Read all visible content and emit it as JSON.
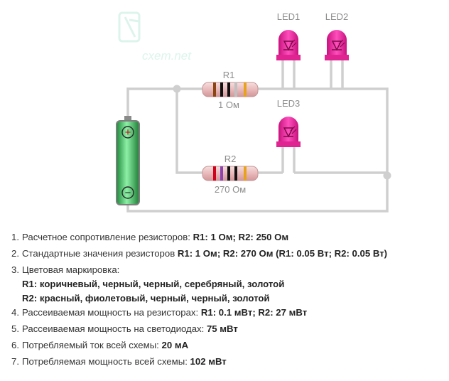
{
  "watermark": "cxem.net",
  "circuit": {
    "r1": {
      "name": "R1",
      "value": "1 Ом"
    },
    "r2": {
      "name": "R2",
      "value": "270 Ом"
    },
    "leds": [
      "LED1",
      "LED2",
      "LED3"
    ],
    "battery": {
      "plus": "+",
      "minus": "−"
    }
  },
  "results": [
    {
      "num": "1.",
      "text": "Расчетное сопротивление резисторов: ",
      "value": "R1: 1 Ом; R2: 250 Ом"
    },
    {
      "num": "2.",
      "text": "Стандартные значения резисторов ",
      "value": "R1: 1 Ом; R2: 270 Ом (R1: 0.05 Вт; R2: 0.05 Вт)"
    },
    {
      "num": "3.",
      "text": "Цветовая маркировка:",
      "sub1_name": "R1",
      "sub1_text": ": коричневый, черный, черный, серебряный, золотой",
      "sub2_name": "R2",
      "sub2_text": ": красный, фиолетовый, черный, черный, золотой"
    },
    {
      "num": "4.",
      "text": "Рассеиваемая мощность на резисторах: ",
      "value": "R1: 0.1 мВт; R2: 27 мВт"
    },
    {
      "num": "5.",
      "text": "Рассеиваемая мощность на светодиодах: ",
      "value": "75 мВт"
    },
    {
      "num": "6.",
      "text": "Потребляемый ток всей схемы: ",
      "value": "20 мА"
    },
    {
      "num": "7.",
      "text": "Потребляемая мощность всей схемы: ",
      "value": "102 мВт"
    }
  ]
}
